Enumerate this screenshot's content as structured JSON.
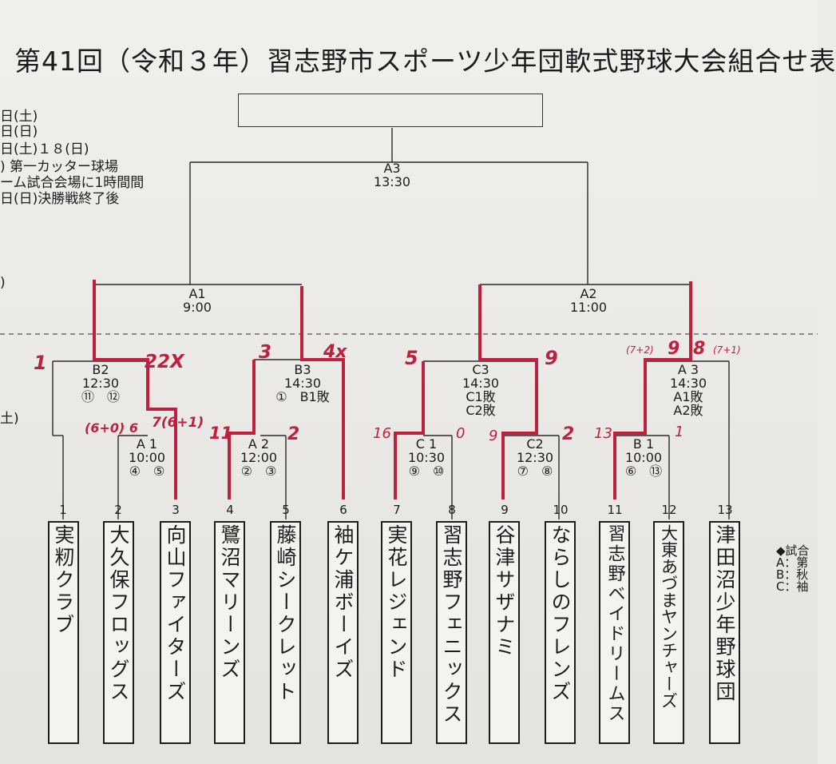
{
  "title": "第41回（令和３年）習志野市スポーツ少年団軟式野球大会組合せ表",
  "info_lines": [
    "日(土)",
    "日(日)",
    "日(土)１８(日)",
    ") 第一カッター球場",
    "ーム試合会場に1時間間",
    "日(日)決勝戦終了後"
  ],
  "side_marks": [
    ")",
    "土)"
  ],
  "matches": {
    "A3_top": {
      "code": "A3",
      "time": "13:30"
    },
    "A1_top": {
      "code": "A1",
      "time": "9:00"
    },
    "A2_top": {
      "code": "A2",
      "time": "11:00"
    },
    "B2": {
      "code": "B2",
      "time": "12:30",
      "note": "⑪　⑫"
    },
    "A1": {
      "code": "A 1",
      "time": "10:00",
      "note": "④　⑤"
    },
    "B3": {
      "code": "B3",
      "time": "14:30",
      "note": "①　B1敗"
    },
    "A2": {
      "code": "A 2",
      "time": "12:00",
      "note": "②　③"
    },
    "C3": {
      "code": "C3",
      "time": "14:30",
      "note": "C1敗",
      "note2": "C2敗"
    },
    "C1": {
      "code": "C 1",
      "time": "10:30",
      "note": "⑨　⑩"
    },
    "C2": {
      "code": "C2",
      "time": "12:30",
      "note": "⑦　⑧"
    },
    "A3": {
      "code": "A 3",
      "time": "14:30",
      "note": "A1敗",
      "note2": "A2敗"
    },
    "B1": {
      "code": "B 1",
      "time": "10:00",
      "note": "⑥　⑬"
    }
  },
  "teams": [
    {
      "num": "1",
      "name": "実籾クラブ"
    },
    {
      "num": "2",
      "name": "大久保フロッグス"
    },
    {
      "num": "3",
      "name": "向山ファイターズ"
    },
    {
      "num": "4",
      "name": "鷺沼マリーンズ"
    },
    {
      "num": "5",
      "name": "藤崎シークレット"
    },
    {
      "num": "6",
      "name": "袖ケ浦ボーイズ"
    },
    {
      "num": "7",
      "name": "実花レジェンド"
    },
    {
      "num": "8",
      "name": "習志野フェニックス"
    },
    {
      "num": "9",
      "name": "谷津サザナミ"
    },
    {
      "num": "10",
      "name": "ならしのフレンズ"
    },
    {
      "num": "11",
      "name": "習志野ベイドリームス"
    },
    {
      "num": "12",
      "name": "大東あづまヤンチャーズ"
    },
    {
      "num": "13",
      "name": "津田沼少年野球団"
    }
  ],
  "scores": {
    "b2_left": "1",
    "b2_right": "22X",
    "a1_left": "(6+0) 6",
    "a1_right": "7(6+1)",
    "b3_left": "3",
    "b3_right": "4x",
    "a2_left": "11",
    "a2_right": "2",
    "c3_left": "5",
    "c3_right": "9",
    "c1_left": "16",
    "c1_right": "0",
    "c2_left": "9",
    "c2_right": "2",
    "a3_left_paren": "(7+2)",
    "a3_left": "9",
    "a3_right": "8",
    "a3_right_paren": "(7+1)",
    "b1_left": "13",
    "b1_right": "1"
  },
  "legend": [
    "◆試合",
    "A：第",
    "B：秋",
    "C：袖"
  ],
  "colors": {
    "ink": "#1c1c1c",
    "winner": "#c0203f",
    "paper": "#ecebe8"
  }
}
